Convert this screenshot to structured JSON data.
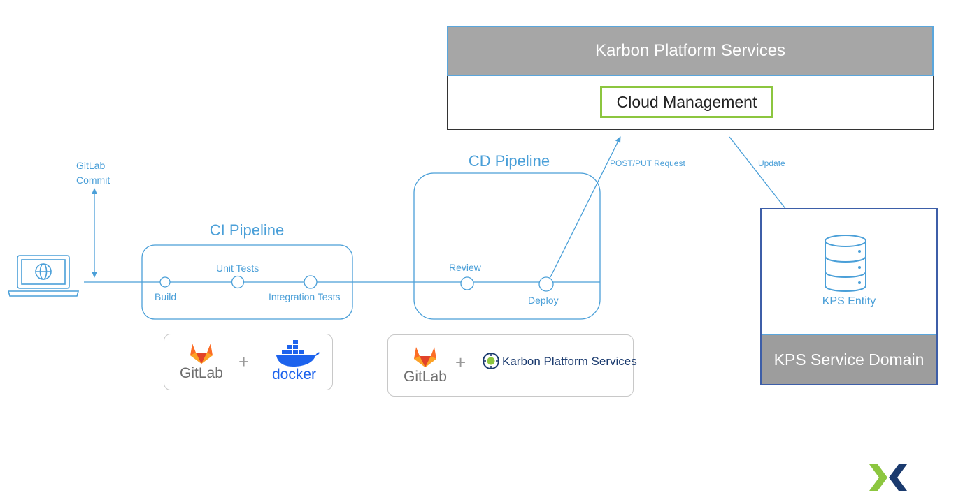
{
  "kps": {
    "header": "Karbon Platform Services",
    "cloud_management": "Cloud Management"
  },
  "service_domain": {
    "entity_label": "KPS Entity",
    "title": "KPS Service Domain"
  },
  "commit_label_line1": "GitLab",
  "commit_label_line2": "Commit",
  "ci": {
    "title": "CI Pipeline",
    "stages": [
      "Build",
      "Unit Tests",
      "Integration Tests"
    ],
    "tools": {
      "left": "GitLab",
      "plus": "+",
      "right": "docker"
    }
  },
  "cd": {
    "title": "CD Pipeline",
    "stages": [
      "Review",
      "Deploy"
    ],
    "tools": {
      "left": "GitLab",
      "plus": "+",
      "right": "Karbon Platform Services"
    }
  },
  "arrows": {
    "post_put": "POST/PUT Request",
    "update": "Update"
  },
  "colors": {
    "accent_blue": "#4a9fd8",
    "header_gray": "#a6a6a6",
    "cloud_green": "#8cc63f",
    "domain_border": "#3d5ea8",
    "gitlab_orange": "#e24329",
    "docker_blue": "#1d63ed",
    "nutanix_green": "#8cc63f",
    "nutanix_navy": "#1a3a6e"
  },
  "icons": [
    "laptop-globe-icon",
    "database-icon",
    "gitlab-logo-icon",
    "docker-whale-icon",
    "karbon-logo-icon",
    "nutanix-logo-icon"
  ]
}
